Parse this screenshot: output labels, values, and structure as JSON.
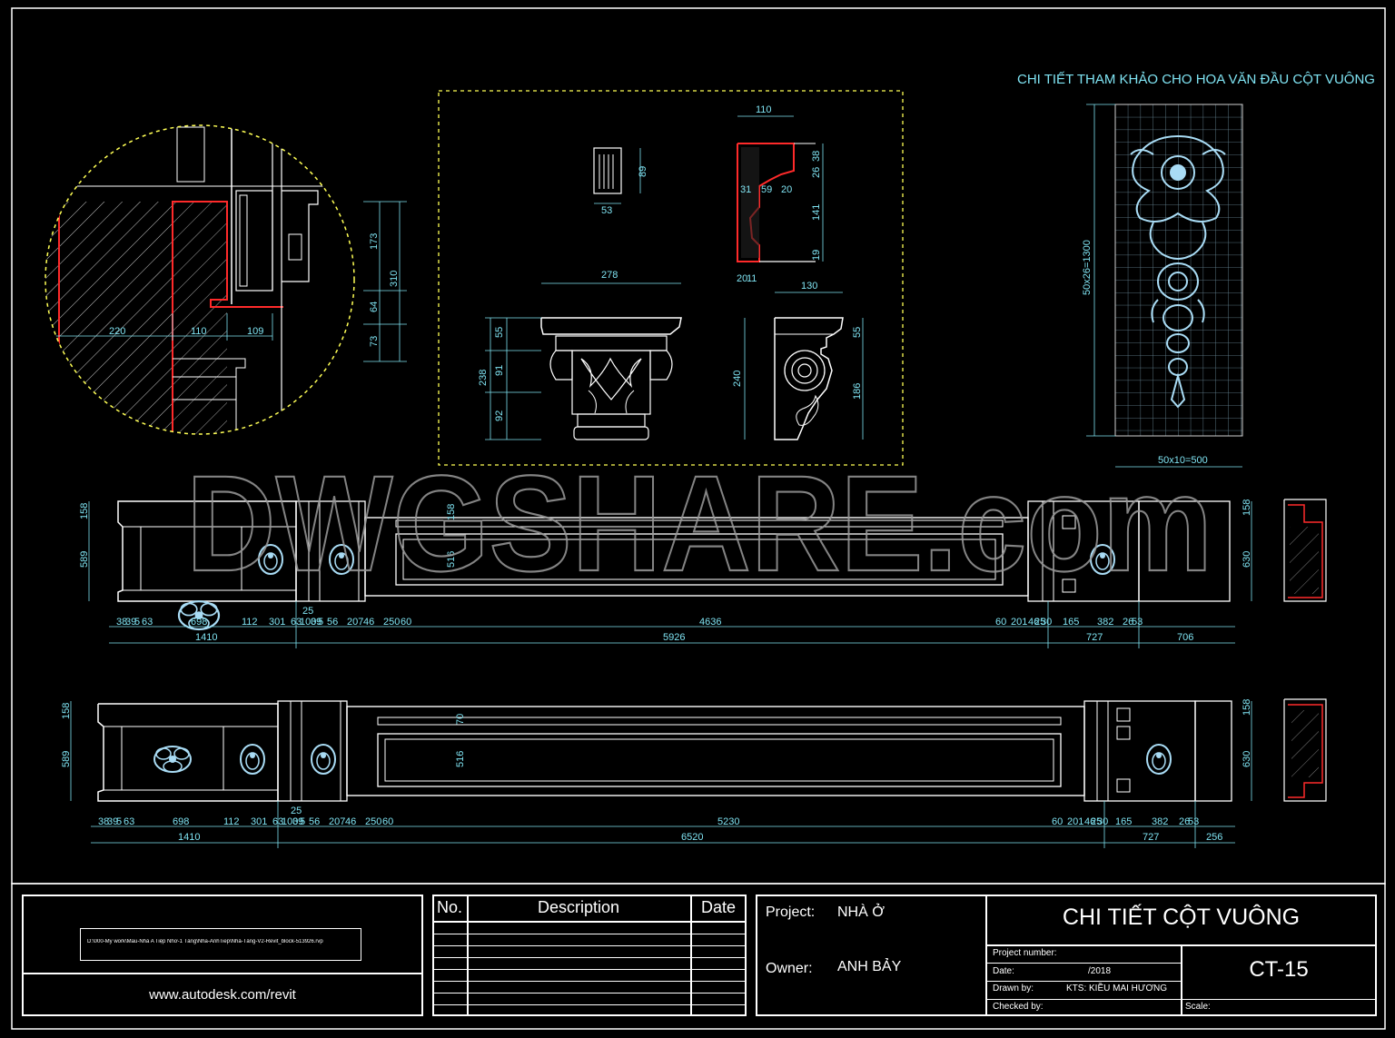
{
  "watermark": "DWGSHARE.com",
  "reference_title": "CHI TIẾT THAM KHẢO CHO HOA VĂN ĐẦU CỘT VUÔNG",
  "reference_dims": {
    "height": "50x26=1300",
    "width": "50x10=500"
  },
  "detail_circle_dims": [
    "220",
    "110",
    "109",
    "173",
    "310",
    "64",
    "73"
  ],
  "capital_dims": {
    "small_block": [
      "89",
      "53"
    ],
    "profile": [
      "110",
      "38",
      "26",
      "31",
      "59",
      "20",
      "141",
      "19",
      "20",
      "11"
    ],
    "front": [
      "278",
      "55",
      "91",
      "238",
      "92"
    ],
    "side": [
      "130",
      "55",
      "240",
      "186"
    ]
  },
  "elevation_1": {
    "left_heights": [
      "158",
      "589"
    ],
    "right_heights": [
      "158",
      "630"
    ],
    "mid_heights": [
      "158",
      "516"
    ],
    "row1": [
      "38",
      "39",
      "5",
      "63",
      "698",
      "112",
      "301",
      "63",
      "100",
      "39",
      "5",
      "56",
      "207",
      "46",
      "250",
      "60",
      "4636",
      "60",
      "201",
      "46",
      "25",
      "30",
      "165",
      "382",
      "26",
      "53"
    ],
    "row1_extra": [
      "25"
    ],
    "row2": [
      "1410",
      "5926",
      "727",
      "706"
    ]
  },
  "elevation_2": {
    "left_heights": [
      "158",
      "589"
    ],
    "right_heights": [
      "158",
      "630"
    ],
    "mid_heights": [
      "70",
      "516"
    ],
    "row1": [
      "38",
      "39",
      "5",
      "63",
      "698",
      "112",
      "301",
      "63",
      "100",
      "39",
      "5",
      "56",
      "207",
      "46",
      "250",
      "60",
      "5230",
      "60",
      "201",
      "46",
      "25",
      "30",
      "165",
      "382",
      "26",
      "53"
    ],
    "row1_extra": [
      "25"
    ],
    "row2": [
      "1410",
      "6520",
      "727",
      "256"
    ]
  },
  "title_block": {
    "file_path": "D:\\000-My work\\Mẫu-Nhà A Tiệp Nhơ-1 Tầng\\Nha-AnhTiep\\Nhà-Tầng-V2-Revit_block-513926.rvp",
    "website": "www.autodesk.com/revit",
    "revision_headers": {
      "no": "No.",
      "description": "Description",
      "date": "Date"
    },
    "project_label": "Project:",
    "project_value": "NHÀ Ở",
    "owner_label": "Owner:",
    "owner_value": "ANH BẢY",
    "sheet_title": "CHI TIẾT CỘT VUÔNG",
    "project_number_label": "Project number:",
    "date_label": "Date:",
    "date_value": "/2018",
    "drawn_by_label": "Drawn by:",
    "drawn_by_value": "KTS: KIỀU MAI HƯƠNG",
    "checked_by_label": "Checked by:",
    "sheet_number": "CT-15",
    "scale_label": "Scale:"
  },
  "colors": {
    "background": "#000000",
    "line": "#ffffff",
    "dim": "#7fe3f2",
    "section": "#ff2a2a",
    "detail": "#ffff55",
    "ornament": "#a9dcf5"
  }
}
